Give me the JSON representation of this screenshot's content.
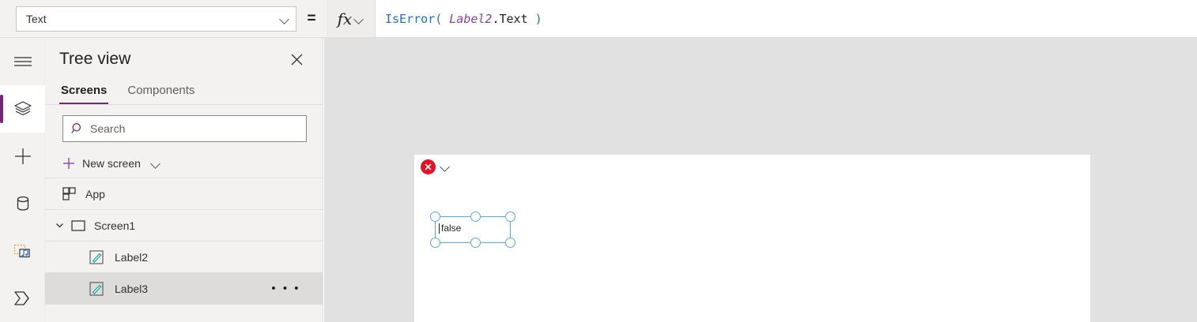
{
  "formula_bar": {
    "property_select": {
      "value": "Text",
      "icon": "chevron-down-icon"
    },
    "equals": "=",
    "fx_glyph": "fx",
    "formula_tokens": {
      "fn": "IsError(",
      "space1": " ",
      "ident": "Label2",
      "prop": ".Text",
      "space2": " ",
      "close": ")"
    },
    "formula_full": "IsError( Label2.Text )"
  },
  "rail": {
    "items": [
      {
        "name": "hamburger-menu-icon",
        "label": "Menu",
        "active": false
      },
      {
        "name": "tree-view-icon",
        "label": "Tree view",
        "active": true
      },
      {
        "name": "insert-icon",
        "label": "Insert",
        "active": false
      },
      {
        "name": "data-icon",
        "label": "Data",
        "active": false
      },
      {
        "name": "media-icon",
        "label": "Media",
        "active": false
      },
      {
        "name": "power-automate-icon",
        "label": "Power Automate",
        "active": false
      }
    ]
  },
  "panel": {
    "title": "Tree view",
    "close_icon": "close-icon",
    "tabs": [
      {
        "label": "Screens",
        "active": true
      },
      {
        "label": "Components",
        "active": false
      }
    ],
    "search": {
      "placeholder": "Search",
      "value": "",
      "icon": "search-icon"
    },
    "new_screen": {
      "label": "New screen",
      "plus_icon": "plus-icon",
      "chevron": "chevron-down-icon"
    },
    "tree": [
      {
        "label": "App",
        "icon": "app-icon",
        "indent": 22,
        "selected": false,
        "expander": false,
        "overflow": false
      },
      {
        "label": "Screen1",
        "icon": "screen-icon",
        "indent": 12,
        "selected": false,
        "expander": true,
        "overflow": false
      },
      {
        "label": "Label2",
        "icon": "label-icon",
        "indent": 56,
        "selected": false,
        "expander": false,
        "overflow": false
      },
      {
        "label": "Label3",
        "icon": "label-icon",
        "indent": 56,
        "selected": true,
        "expander": false,
        "overflow": true,
        "overflow_label": "• • •"
      }
    ]
  },
  "canvas": {
    "error_badge": {
      "icon": "error-x-icon",
      "chevron": "chevron-down-icon",
      "color": "#e81123"
    },
    "selected_control": {
      "text": "false",
      "handles": [
        "top-left",
        "top-center",
        "top-right",
        "bottom-left",
        "bottom-center",
        "bottom-right"
      ],
      "selection_color": "#5ca9e0"
    }
  },
  "theme": {
    "accent": "#742774",
    "panel_bg": "#f3f2f1",
    "workspace_bg": "#e1e1e1",
    "selected_row": "#dedcdb",
    "formula_fn_color": "#1f6fc4",
    "formula_ident_color": "#8b3f9e"
  }
}
